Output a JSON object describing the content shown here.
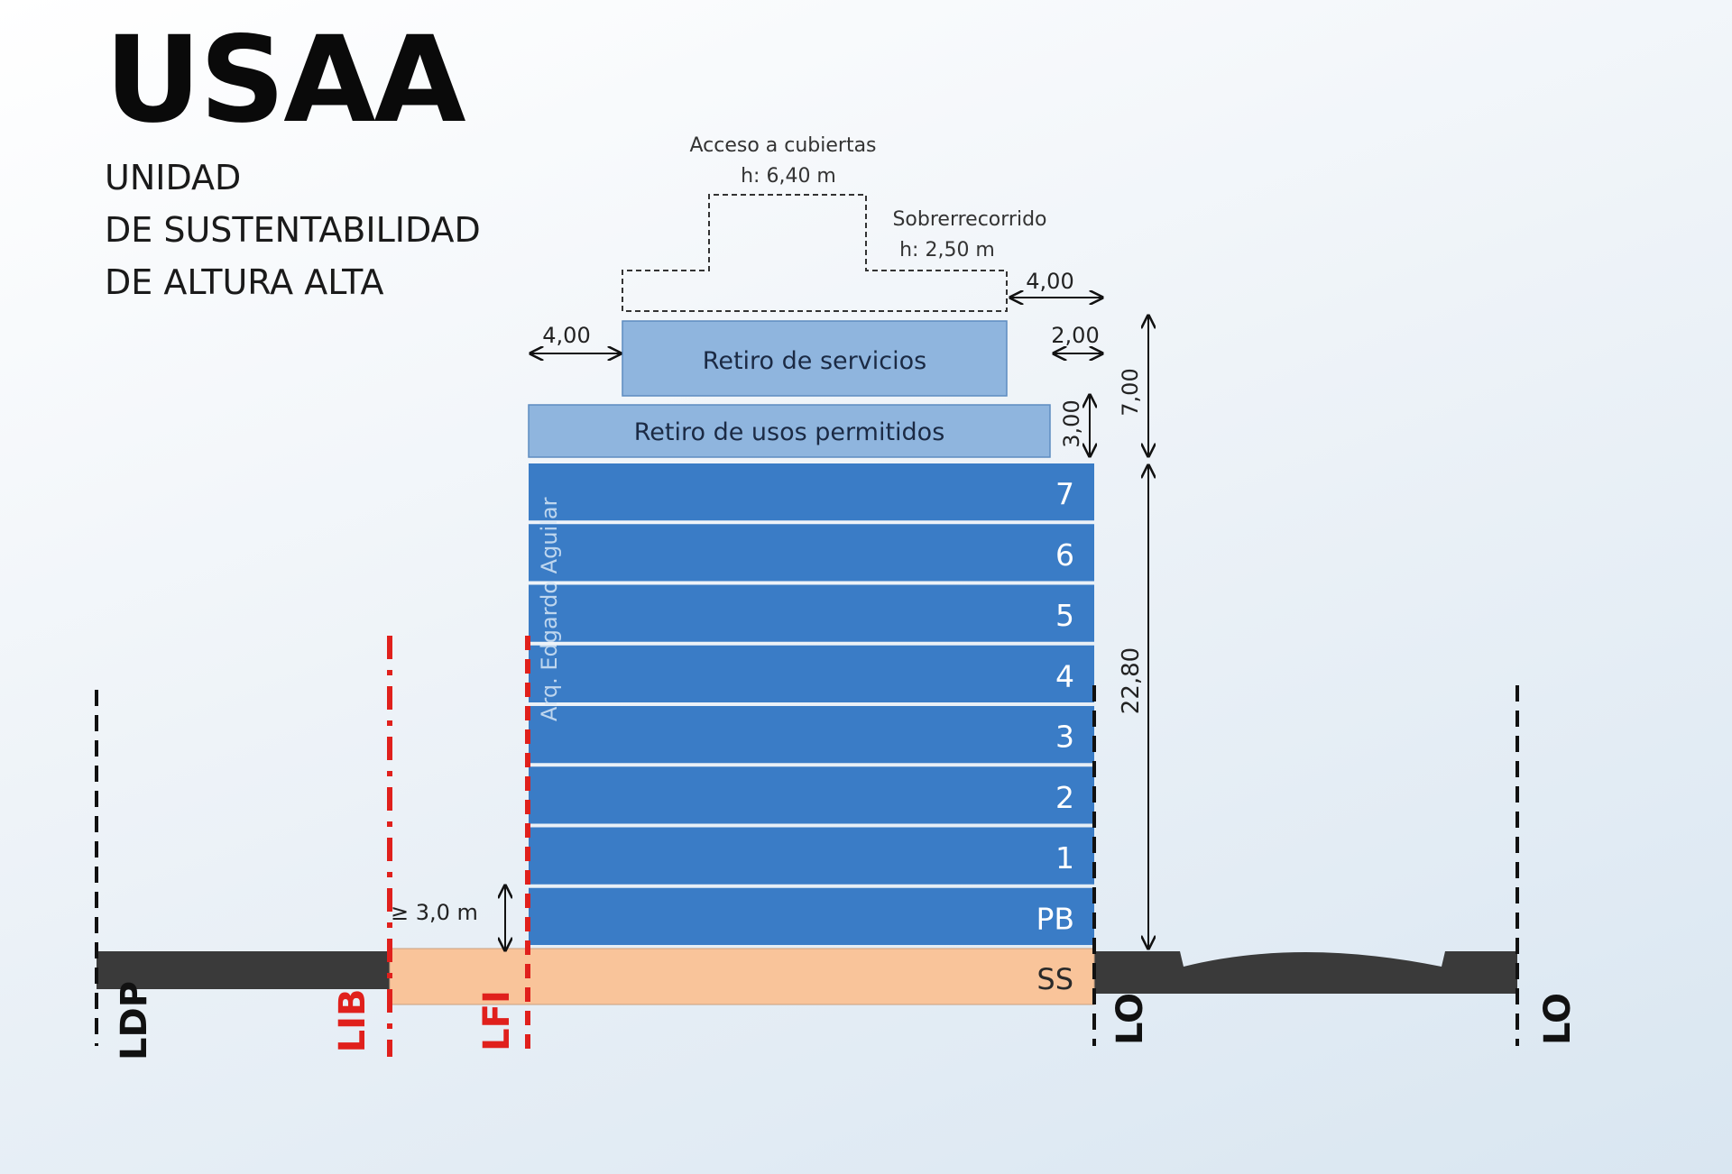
{
  "header": {
    "brand": "USAA",
    "subtitle_lines": [
      "UNIDAD",
      "DE SUSTENTABILIDAD",
      "DE ALTURA ALTA"
    ]
  },
  "building": {
    "floors": [
      "7",
      "6",
      "5",
      "4",
      "3",
      "2",
      "1",
      "PB"
    ],
    "basement": "SS",
    "setback_uses": "Retiro de usos permitidos",
    "setback_services": "Retiro de servicios",
    "watermark": "Arq. Edgardo Aguilar"
  },
  "annotations": {
    "roof_access": "Acceso a cubiertas",
    "roof_access_height": "h: 6,40 m",
    "overrun": "Sobrerrecorrido",
    "overrun_height": "h: 2,50 m"
  },
  "dimensions": {
    "top_right": "4,00",
    "services_left": "4,00",
    "services_right": "2,00",
    "uses_height": "3,00",
    "setbacks_total": "7,00",
    "main_height": "22,80",
    "min_ground": "≥ 3,0 m"
  },
  "lines": {
    "ldp": "LDP",
    "lib": "LIB",
    "lfi": "LFI",
    "lo_left": "LO",
    "lo_right": "LO"
  },
  "colors": {
    "floor_blue": "#3a7cc6",
    "setback_blue": "#8fb5de",
    "basement_orange": "#f9c49a",
    "ground": "#3a3a3a",
    "red_line": "#e0201c"
  }
}
